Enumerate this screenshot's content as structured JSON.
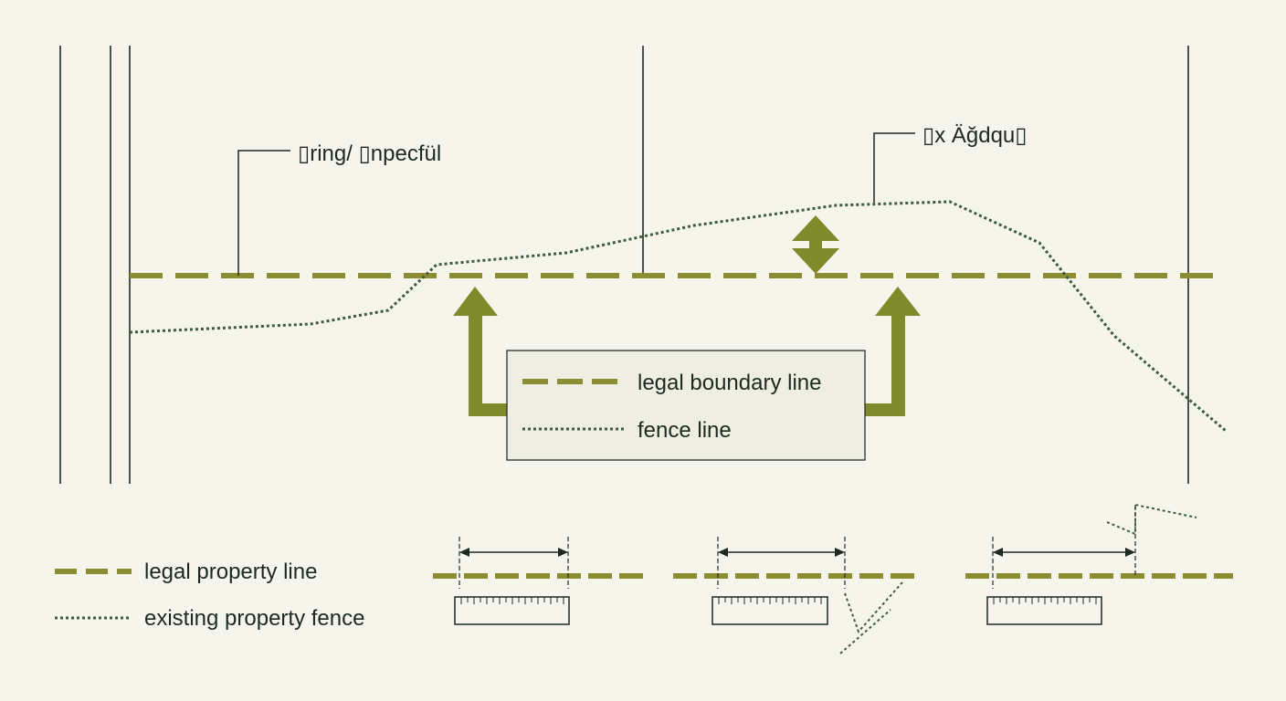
{
  "colors": {
    "background": "#f5f5ec",
    "legal_line": "#8c8d32",
    "fence_line": "#3f5a3f",
    "arrow": "#7f8a2a",
    "ink": "#1f2a1f",
    "legend_box_fill": "#eeeee3",
    "legend_box_border": "#2b2b2b"
  },
  "callouts": {
    "left": "▯ring/ ▯npecfül",
    "right": "▯x Äğdqu▯"
  },
  "center_legend": {
    "legal": "legal boundary line",
    "fence": "fence line"
  },
  "bottom_legend": {
    "legal": "legal property line",
    "fence": "existing property fence"
  },
  "icons": {
    "ruler": "ruler-icon",
    "offset_arrow": "double-vertical-arrow-icon",
    "up_arrow": "bent-up-arrow-icon"
  }
}
